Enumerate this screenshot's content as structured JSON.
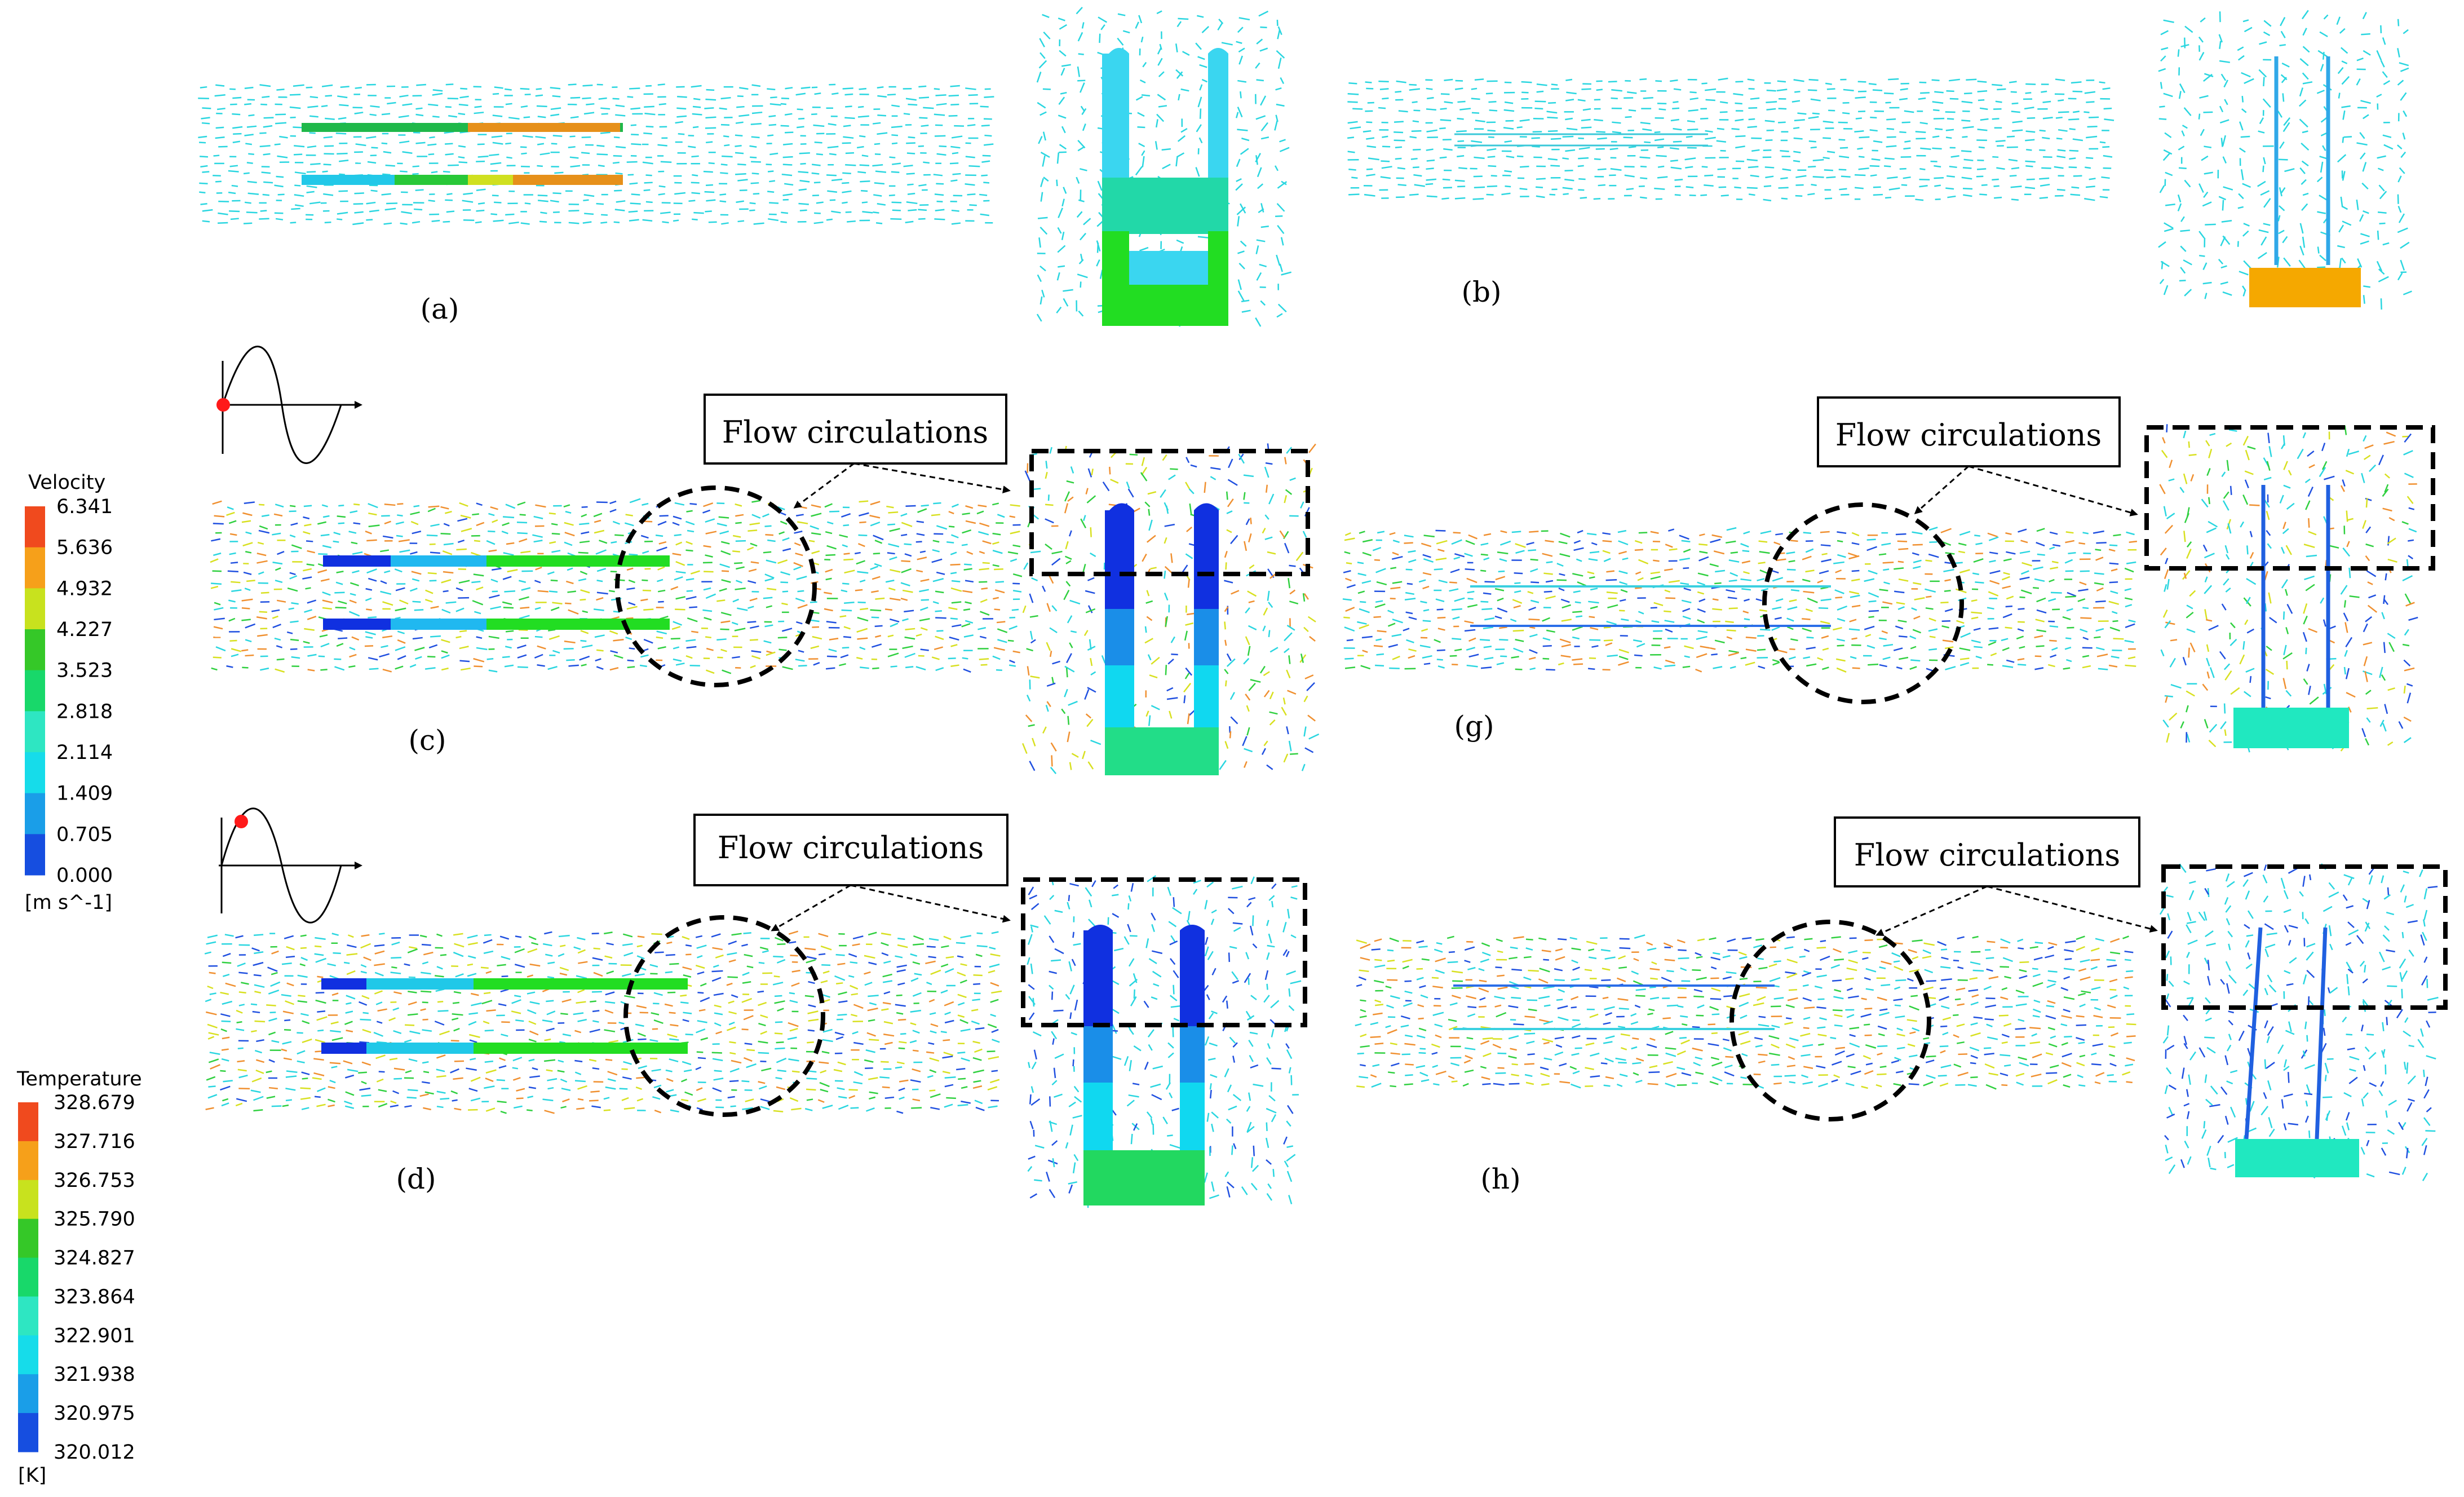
{
  "legends": {
    "velocity": {
      "title": "Velocity",
      "unit": "[m s^-1]",
      "ticks": [
        "6.341",
        "5.636",
        "4.932",
        "4.227",
        "3.523",
        "2.818",
        "2.114",
        "1.409",
        "0.705",
        "0.000"
      ],
      "colors": [
        "#f04a1e",
        "#f6a01a",
        "#c8e21e",
        "#35c828",
        "#18d86a",
        "#2ee6c2",
        "#16dcea",
        "#1a9ee8",
        "#164ee0"
      ]
    },
    "temperature": {
      "title": "Temperature",
      "unit": "[K]",
      "ticks": [
        "328.679",
        "327.716",
        "326.753",
        "325.790",
        "324.827",
        "323.864",
        "322.901",
        "321.938",
        "320.975",
        "320.012"
      ],
      "colors": [
        "#f04a1e",
        "#f6a01a",
        "#c8e21e",
        "#35c828",
        "#18d86a",
        "#2ee6c2",
        "#16dcea",
        "#1a9ee8",
        "#164ee0"
      ]
    }
  },
  "panels": {
    "a": {
      "label": "(a)",
      "letter": "a"
    },
    "b": {
      "label": "(b)",
      "letter": "b"
    },
    "c": {
      "label": "(c)",
      "letter": "c",
      "annotation": "Flow circulations"
    },
    "d": {
      "label": "(d)",
      "letter": "d",
      "annotation": "Flow circulations"
    },
    "g": {
      "label": "(g)",
      "letter": "g",
      "annotation": "Flow circulations"
    },
    "h": {
      "label": "(h)",
      "letter": "h",
      "annotation": "Flow circulations"
    }
  },
  "colors": {
    "vector_field": "#2ad6e0",
    "vector_slow": "#2050e0",
    "fin_green": "#22dd22",
    "fin_blue": "#1030e0",
    "fin_cyan": "#10e8f0",
    "base_orange": "#f5a800",
    "base_teal": "#20e8c0",
    "phase_marker": "#ff1a1a"
  },
  "icons": [
    "sine-wave-phase-icon",
    "dashed-circle-marker",
    "dashed-box-marker",
    "dashed-arrow"
  ]
}
